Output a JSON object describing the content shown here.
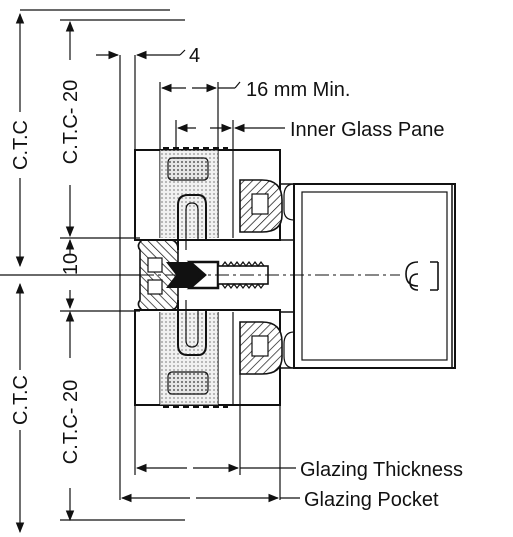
{
  "labels": {
    "dim_4": "4",
    "dim_16": "16 mm Min.",
    "inner_glass_pane": "Inner Glass Pane",
    "ctc_top": "C.T.C",
    "ctc20_top": "C.T.C- 20",
    "dim_10": "10",
    "ctc_bottom": "C.T.C",
    "ctc20_bottom": "C.T.C- 20",
    "glazing_thickness": "Glazing Thickness",
    "glazing_pocket": "Glazing Pocket"
  },
  "colors": {
    "line": "#111111",
    "background": "#ffffff",
    "gasket_dark": "#111111",
    "insulation_fill": "#cfcfcf"
  }
}
